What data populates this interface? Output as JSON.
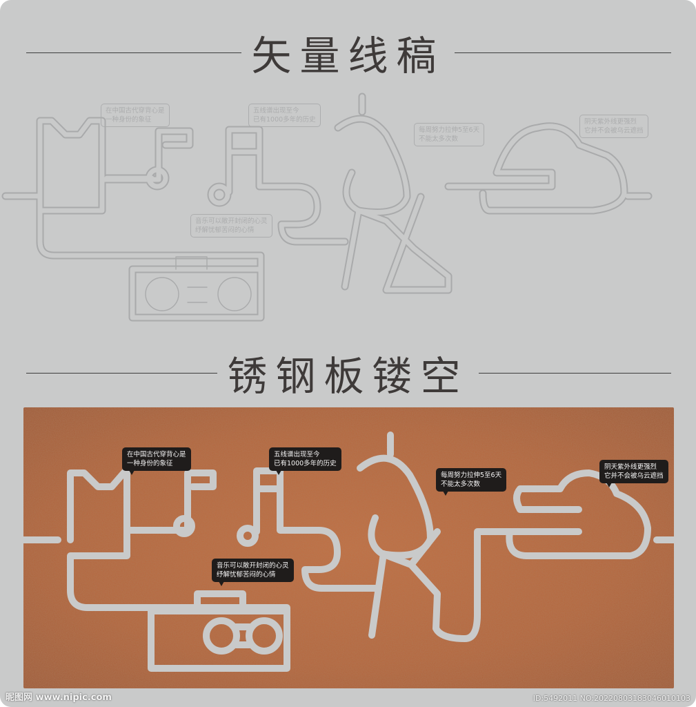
{
  "section_titles": {
    "vector": "矢量线稿",
    "rust_steel": "锈钢板镂空"
  },
  "captions": {
    "vest": [
      "在中国古代穿背心是",
      "一种身份的象征"
    ],
    "staff": [
      "五线谱出现至今",
      "已有1000多年的历史"
    ],
    "music": [
      "音乐可以敞开封闭的心灵",
      "纾解忧郁苦闷的心情"
    ],
    "stretch": [
      "每周努力拉伸5至6天",
      "不能太多次数"
    ],
    "cloud": [
      "阴天紫外线更强烈",
      "它并不会被乌云遮挡"
    ]
  },
  "watermark": {
    "site": "昵图网 www.nipic.com",
    "id": "ID:5492011 NO:20220803183046010103"
  },
  "colors": {
    "background": "#c9caca",
    "rust": "#b8663a",
    "line_cut": "#c9caca",
    "sketch_line": "#a9aaab"
  }
}
